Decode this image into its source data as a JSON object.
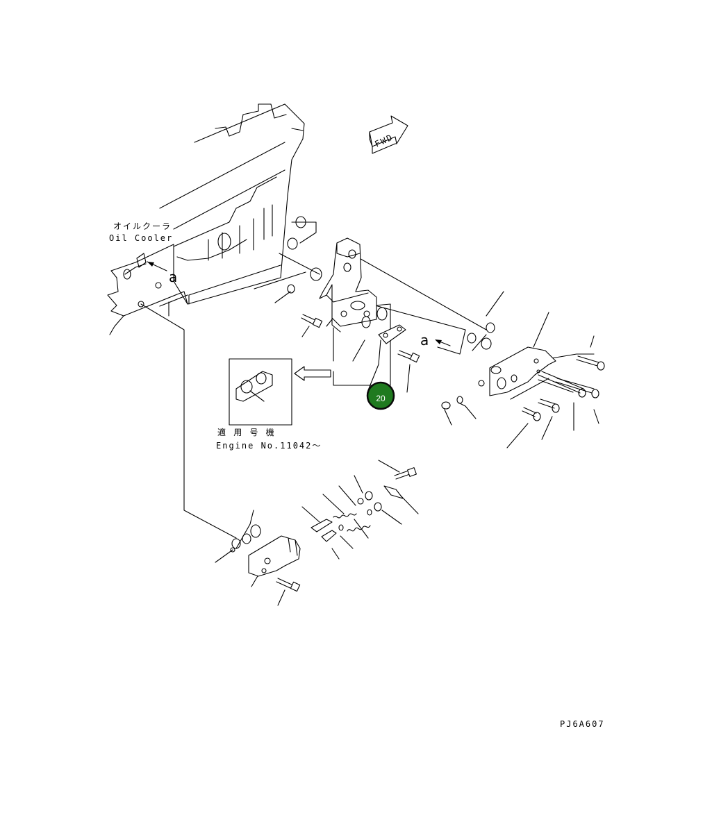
{
  "diagram": {
    "oil_cooler_jp": "オイルクーラ",
    "oil_cooler_en": "Oil Cooler",
    "view_marker_a": "a",
    "view_marker_a2": "a",
    "fwd_label": "FWD",
    "applicable_jp": "適 用 号 機",
    "engine_no": "Engine No.11042～",
    "drawing_code": "PJ6A607",
    "callout": {
      "label": "20",
      "color": "#1f7a1f",
      "ring": "#0a0a0a"
    }
  }
}
